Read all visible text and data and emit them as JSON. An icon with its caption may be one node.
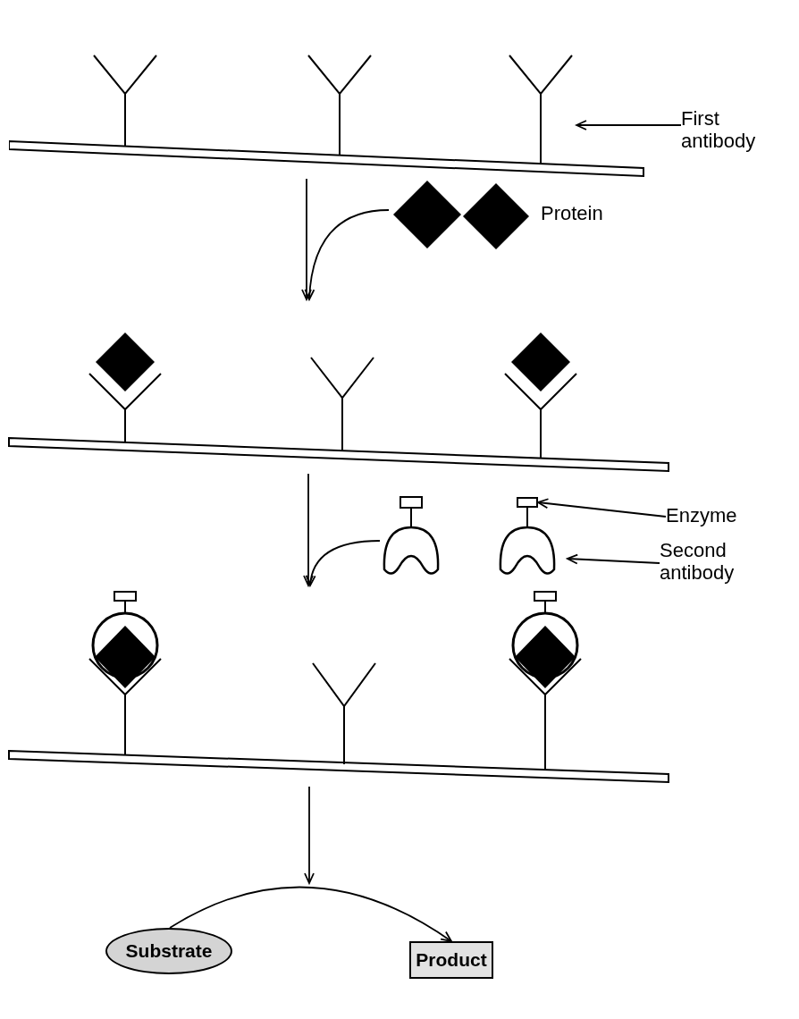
{
  "diagram": {
    "nodes": [
      {
        "text": [],
        "shape": "picture"
      },
      {
        "text": [
          "First antibody"
        ]
      },
      {
        "text": [],
        "shape": "picture",
        "in": 0
      },
      {
        "text": [
          "Protein"
        ]
      },
      {
        "text": [],
        "shape": "picture"
      },
      {
        "text": [
          "Enzyme"
        ]
      },
      {
        "text": [],
        "shape": "box"
      },
      {
        "text": [
          "Second antibody"
        ]
      },
      {
        "text": [],
        "shape": "picture"
      },
      {
        "text": [],
        "shape": "picture"
      },
      {
        "text": [
          "Substrate"
        ]
      },
      {
        "text": [
          "Product"
        ]
      }
    ],
    "edges": [
      {
        "from": 0,
        "to": 4,
        "arrow": "to"
      },
      {
        "from": 3,
        "to": 4,
        "arrow": "to"
      },
      {
        "from": 4,
        "to": 9,
        "arrow": "to"
      },
      {
        "from": 8,
        "to": 9,
        "arrow": "to"
      },
      {
        "from": 9,
        "to": null,
        "arrow": "to"
      },
      {
        "from": 10,
        "to": 11,
        "arrow": "to"
      },
      {
        "from": 1,
        "to": 2,
        "arrow": "to"
      },
      {
        "from": 5,
        "to": 6,
        "arrow": "to"
      },
      {
        "from": 7,
        "to": 8,
        "arrow": "to"
      }
    ]
  }
}
